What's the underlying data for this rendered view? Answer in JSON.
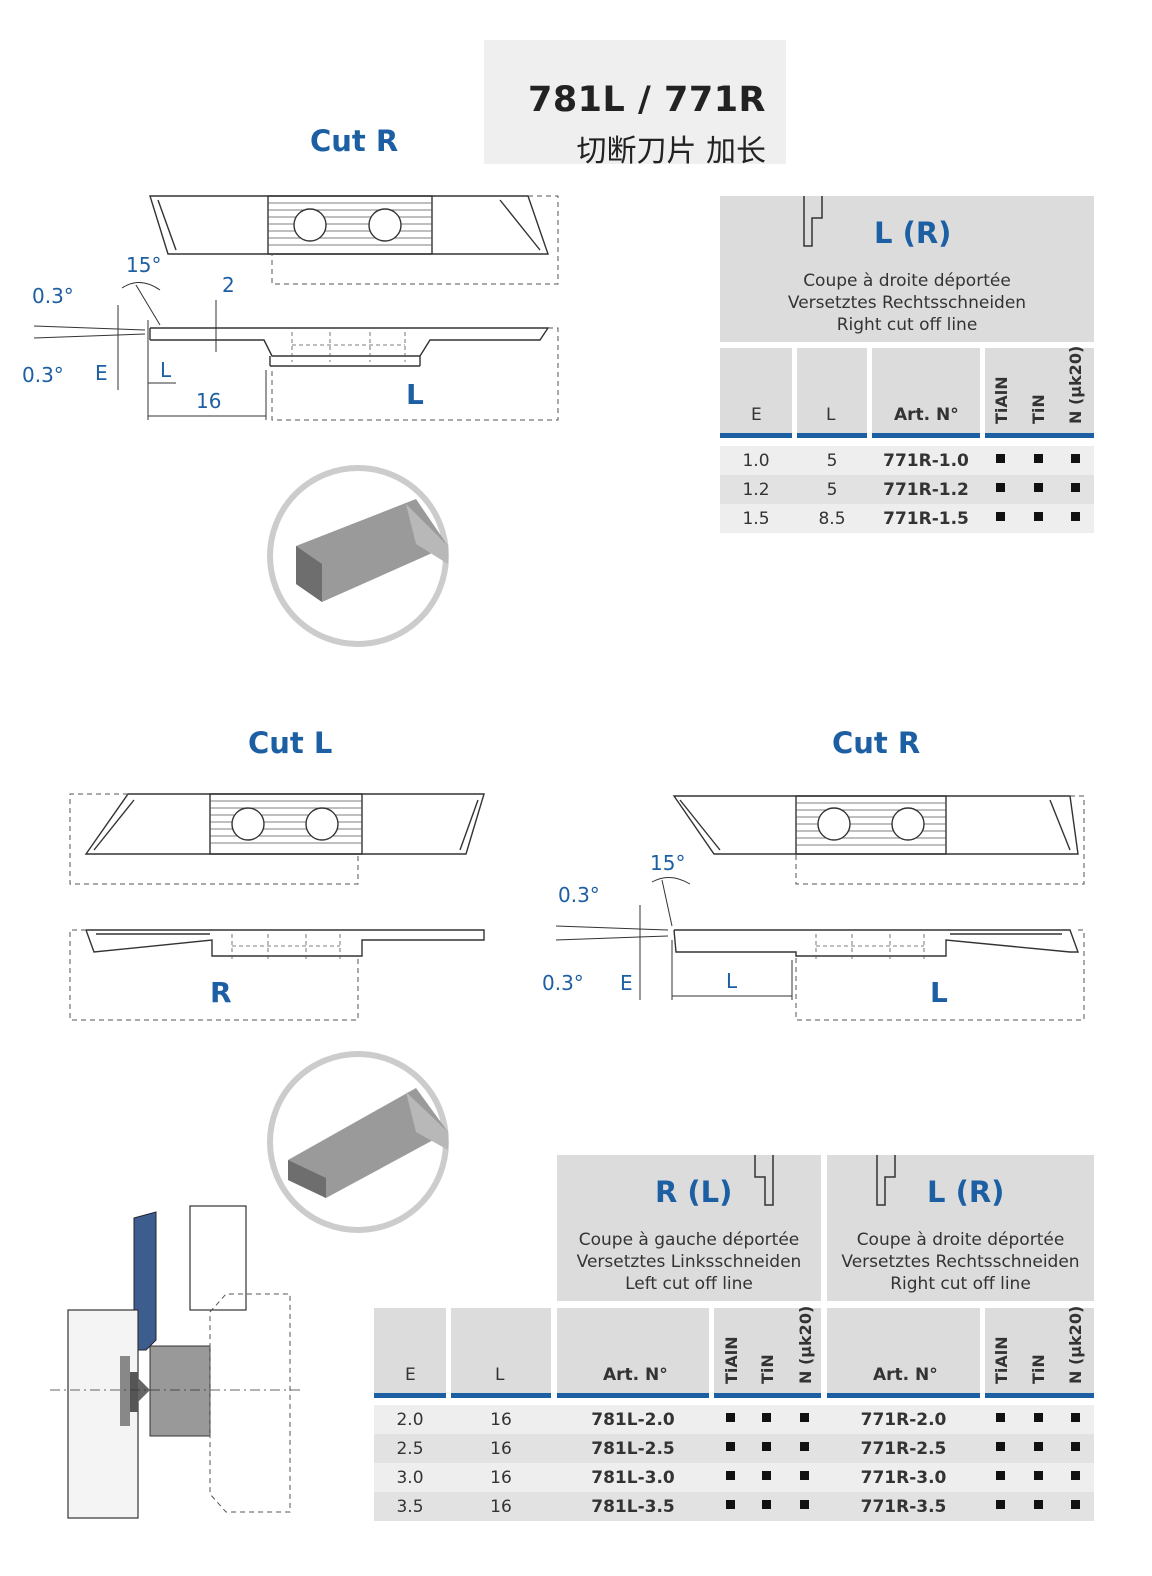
{
  "title": {
    "main": "781L / 771R",
    "sub": "切断刀片  加长"
  },
  "top_section": {
    "cut_label": "Cut R",
    "side_letter": "L",
    "dims": {
      "a15": "15°",
      "a03_top": "0.3°",
      "a03_bot": "0.3°",
      "two": "2",
      "e": "E",
      "l": "L",
      "sixteen": "16"
    }
  },
  "bottom_left": {
    "cut_label": "Cut L",
    "side_letter": "R"
  },
  "bottom_right": {
    "cut_label": "Cut R",
    "side_letter": "L",
    "dims": {
      "a15": "15°",
      "a03_top": "0.3°",
      "a03_bot": "0.3°",
      "e": "E",
      "l": "L"
    }
  },
  "table1": {
    "header": {
      "title": "L (R)",
      "desc": [
        "Coupe à droite déportée",
        "Versetztes Rechtsschneiden",
        "Right cut off line"
      ]
    },
    "columns": {
      "e": "E",
      "l": "L",
      "art": "Art. N°",
      "tialn": "TiAlN",
      "tin": "TiN",
      "n": "N (µk20)"
    },
    "rows": [
      {
        "e": "1.0",
        "l": "5",
        "art": "771R-1.0"
      },
      {
        "e": "1.2",
        "l": "5",
        "art": "771R-1.2"
      },
      {
        "e": "1.5",
        "l": "8.5",
        "art": "771R-1.5"
      }
    ]
  },
  "table2": {
    "header_left": {
      "title": "R (L)",
      "desc": [
        "Coupe à gauche déportée",
        "Versetztes Linksschneiden",
        "Left cut off line"
      ]
    },
    "header_right": {
      "title": "L (R)",
      "desc": [
        "Coupe à droite déportée",
        "Versetztes Rechtsschneiden",
        "Right cut off line"
      ]
    },
    "columns": {
      "e": "E",
      "l": "L",
      "art_left": "Art. N°",
      "art_right": "Art. N°",
      "tialn": "TiAlN",
      "tin": "TiN",
      "n": "N (µk20)"
    },
    "rows": [
      {
        "e": "2.0",
        "l": "16",
        "art_left": "781L-2.0",
        "art_right": "771R-2.0"
      },
      {
        "e": "2.5",
        "l": "16",
        "art_left": "781L-2.5",
        "art_right": "771R-2.5"
      },
      {
        "e": "3.0",
        "l": "16",
        "art_left": "781L-3.0",
        "art_right": "771R-3.0"
      },
      {
        "e": "3.5",
        "l": "16",
        "art_left": "781L-3.5",
        "art_right": "771R-3.5"
      }
    ]
  },
  "colors": {
    "accent": "#1d5fa3",
    "header_bg": "#dcdcdc",
    "row_odd": "#eeeeee",
    "row_even": "#e2e2e2"
  }
}
